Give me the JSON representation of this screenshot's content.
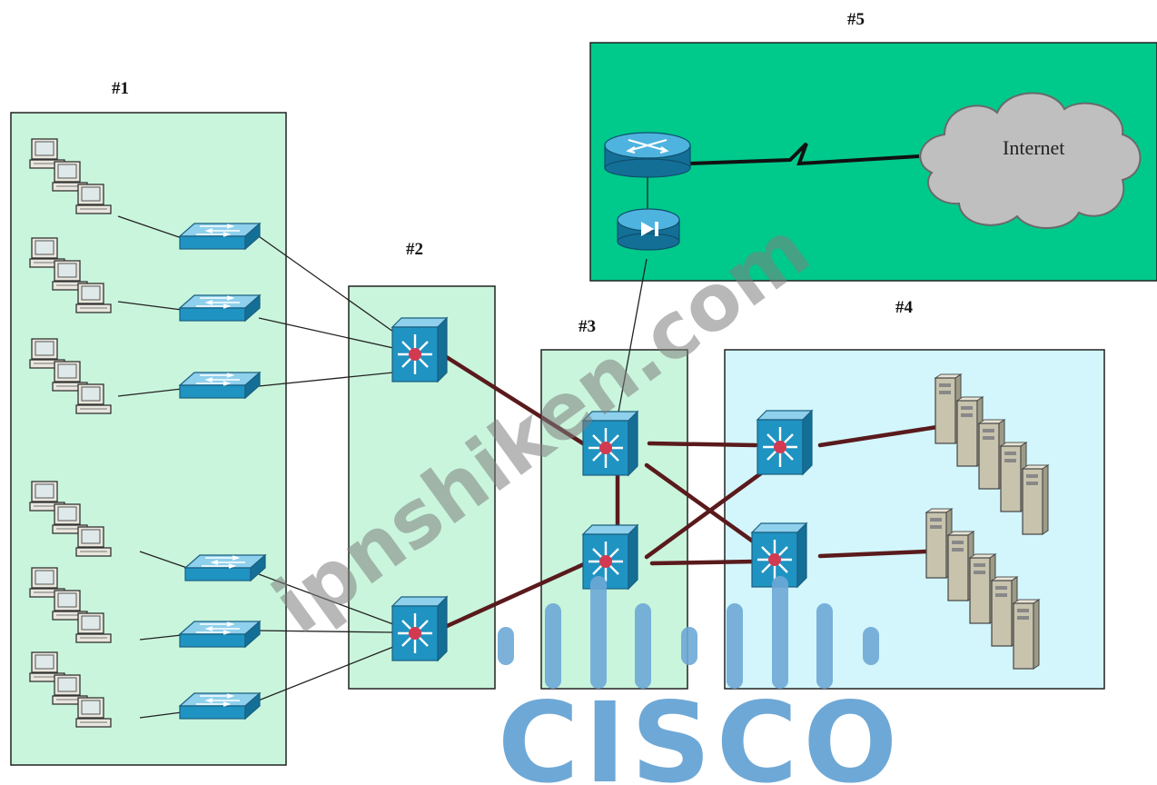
{
  "zones": {
    "z1": {
      "label": "#1"
    },
    "z2": {
      "label": "#2"
    },
    "z3": {
      "label": "#3"
    },
    "z4": {
      "label": "#4"
    },
    "z5": {
      "label": "#5"
    }
  },
  "cloud": {
    "label": "Internet"
  },
  "watermark": {
    "text": "ipnshiken.com",
    "logo_text": "CISCO"
  },
  "colors": {
    "zone_light_green": "#c9f5dc",
    "zone_internet": "#00c98c",
    "zone_servers": "#d2f6fb",
    "device_blue": "#1f93c2",
    "trunk_link": "#5a1a1c",
    "cloud_gray": "#bfbfbf",
    "watermark_blue": "#6ea8d6"
  },
  "icons": [
    "workstation-icon",
    "access-switch-icon",
    "multilayer-switch-icon",
    "router-icon",
    "firewall-icon",
    "server-icon",
    "cloud-icon"
  ]
}
